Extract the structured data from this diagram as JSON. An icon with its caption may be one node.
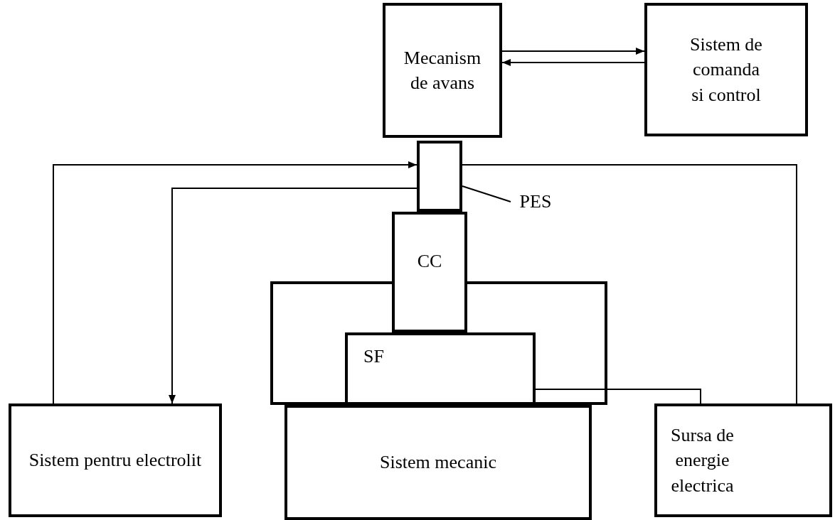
{
  "diagram": {
    "nodes": [
      {
        "text": [
          "Mecanism de avans"
        ]
      },
      {
        "text": [
          "Sistem de comanda si control"
        ]
      },
      {
        "text": [],
        "shape": "box"
      },
      {
        "text": [
          "PES"
        ]
      },
      {
        "text": [
          "CC"
        ]
      },
      {
        "text": [],
        "shape": "box"
      },
      {
        "text": [
          "SF"
        ],
        "in": 5
      },
      {
        "text": [
          "Sistem pentru electrolit"
        ]
      },
      {
        "text": [
          "Sistem mecanic"
        ]
      },
      {
        "text": [
          "Sursa de energie electrica"
        ]
      }
    ],
    "edges": [
      {
        "from": 0,
        "to": 1,
        "arrow": "to"
      },
      {
        "from": 1,
        "to": 0,
        "arrow": "to"
      },
      {
        "from": 7,
        "to": 2,
        "arrow": "to"
      },
      {
        "from": 2,
        "to": 7,
        "arrow": "to"
      },
      {
        "from": 9,
        "to": 2,
        "arrow": "none"
      },
      {
        "from": 6,
        "to": 9,
        "arrow": "none"
      },
      {
        "from": 3,
        "to": 2,
        "arrow": "none"
      }
    ]
  }
}
